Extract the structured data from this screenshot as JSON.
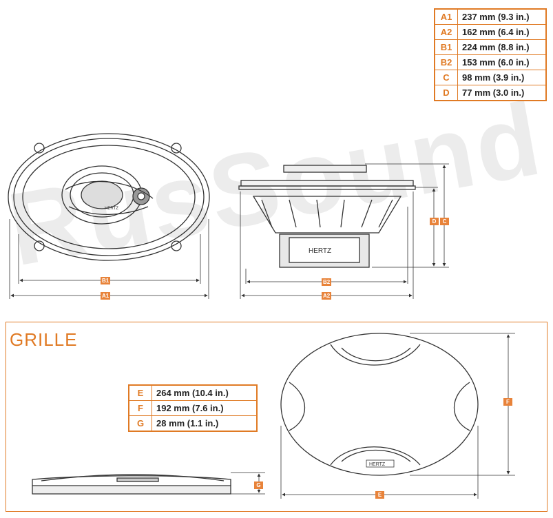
{
  "watermark": "RusSound",
  "speaker_dimensions": [
    {
      "code": "A1",
      "value": "237 mm (9.3 in.)"
    },
    {
      "code": "A2",
      "value": "162 mm (6.4 in.)"
    },
    {
      "code": "B1",
      "value": "224 mm (8.8 in.)"
    },
    {
      "code": "B2",
      "value": "153 mm (6.0 in.)"
    },
    {
      "code": "C",
      "value": "98 mm (3.9 in.)"
    },
    {
      "code": "D",
      "value": "77 mm (3.0 in.)"
    }
  ],
  "grille": {
    "title": "GRILLE",
    "dimensions": [
      {
        "code": "E",
        "value": "264 mm (10.4 in.)"
      },
      {
        "code": "F",
        "value": "192 mm (7.6 in.)"
      },
      {
        "code": "G",
        "value": "28 mm (1.1 in.)"
      }
    ]
  },
  "brand_label": "HERTZ",
  "labels": {
    "a1": "A1",
    "b1": "B1",
    "a2": "A2",
    "b2": "B2",
    "c": "C",
    "d": "D",
    "e": "E",
    "f": "F",
    "g": "G"
  },
  "colors": {
    "accent": "#e07a24",
    "line": "#333333",
    "watermark": "#ececec"
  }
}
